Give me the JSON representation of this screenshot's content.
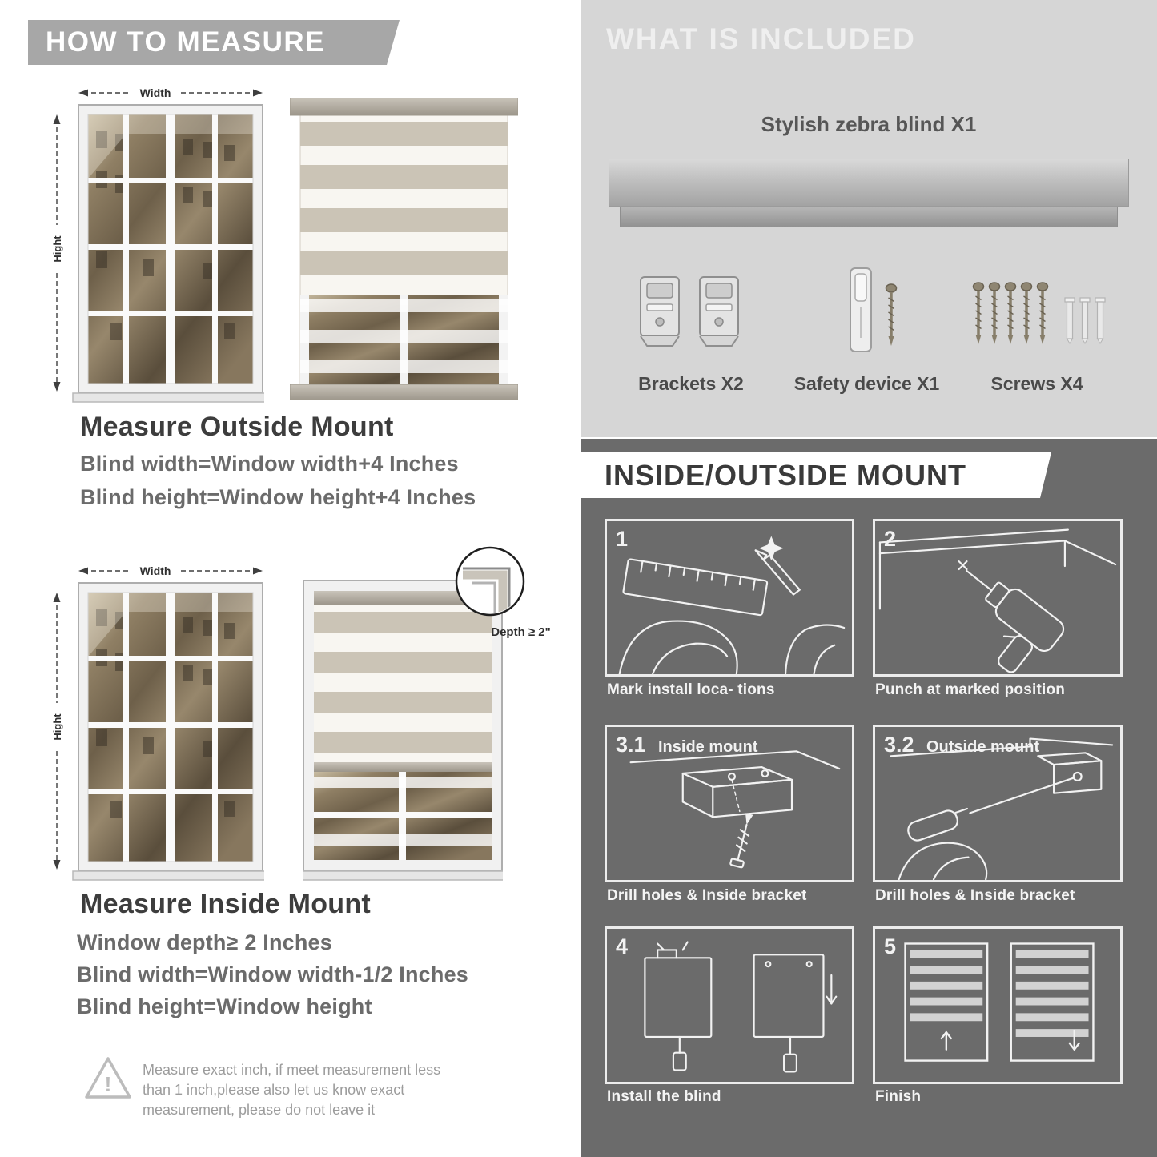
{
  "htm": {
    "header": "HOW TO MEASURE",
    "outside": {
      "width_label": "Width",
      "height_label": "Hight",
      "title": "Measure Outside Mount",
      "spec1": "Blind width=Window width+4 Inches",
      "spec2": "Blind height=Window height+4 Inches"
    },
    "inside": {
      "width_label": "Width",
      "height_label": "Hight",
      "depth_label": "Depth ≥ 2\"",
      "title": "Measure Inside Mount",
      "spec1": "Window depth≥ 2 Inches",
      "spec2": "Blind width=Window width-1/2 Inches",
      "spec3": "Blind height=Window height"
    },
    "warning": {
      "mark": "!",
      "line1": "Measure exact inch, if meet measurement less",
      "line2": "than 1 inch,please also let us know exact",
      "line3": "measurement, please do not leave it"
    }
  },
  "included": {
    "header": "WHAT IS INCLUDED",
    "blind_label": "Stylish zebra blind X1",
    "items": [
      {
        "label": "Brackets X2"
      },
      {
        "label": "Safety device X1"
      },
      {
        "label": "Screws X4"
      }
    ]
  },
  "mount": {
    "header": "INSIDE/OUTSIDE MOUNT",
    "steps": [
      {
        "num": "1",
        "title": "",
        "caption": "Mark install loca- tions"
      },
      {
        "num": "2",
        "title": "",
        "caption": "Punch at  marked position"
      },
      {
        "num": "3.1",
        "title": "Inside mount",
        "caption": "Drill holes &  Inside bracket"
      },
      {
        "num": "3.2",
        "title": "Outside mount",
        "caption": "Drill holes &  Inside bracket"
      },
      {
        "num": "4",
        "title": "",
        "caption": "Install the blind"
      },
      {
        "num": "5",
        "title": "",
        "caption": "Finish"
      }
    ]
  },
  "colors": {
    "banner_gray": "#a7a7a7",
    "light_section": "#d6d6d6",
    "dark_section": "#6b6b6b",
    "stripe_solid": "#cbc4b6",
    "stripe_sheer": "#f8f6f1"
  }
}
